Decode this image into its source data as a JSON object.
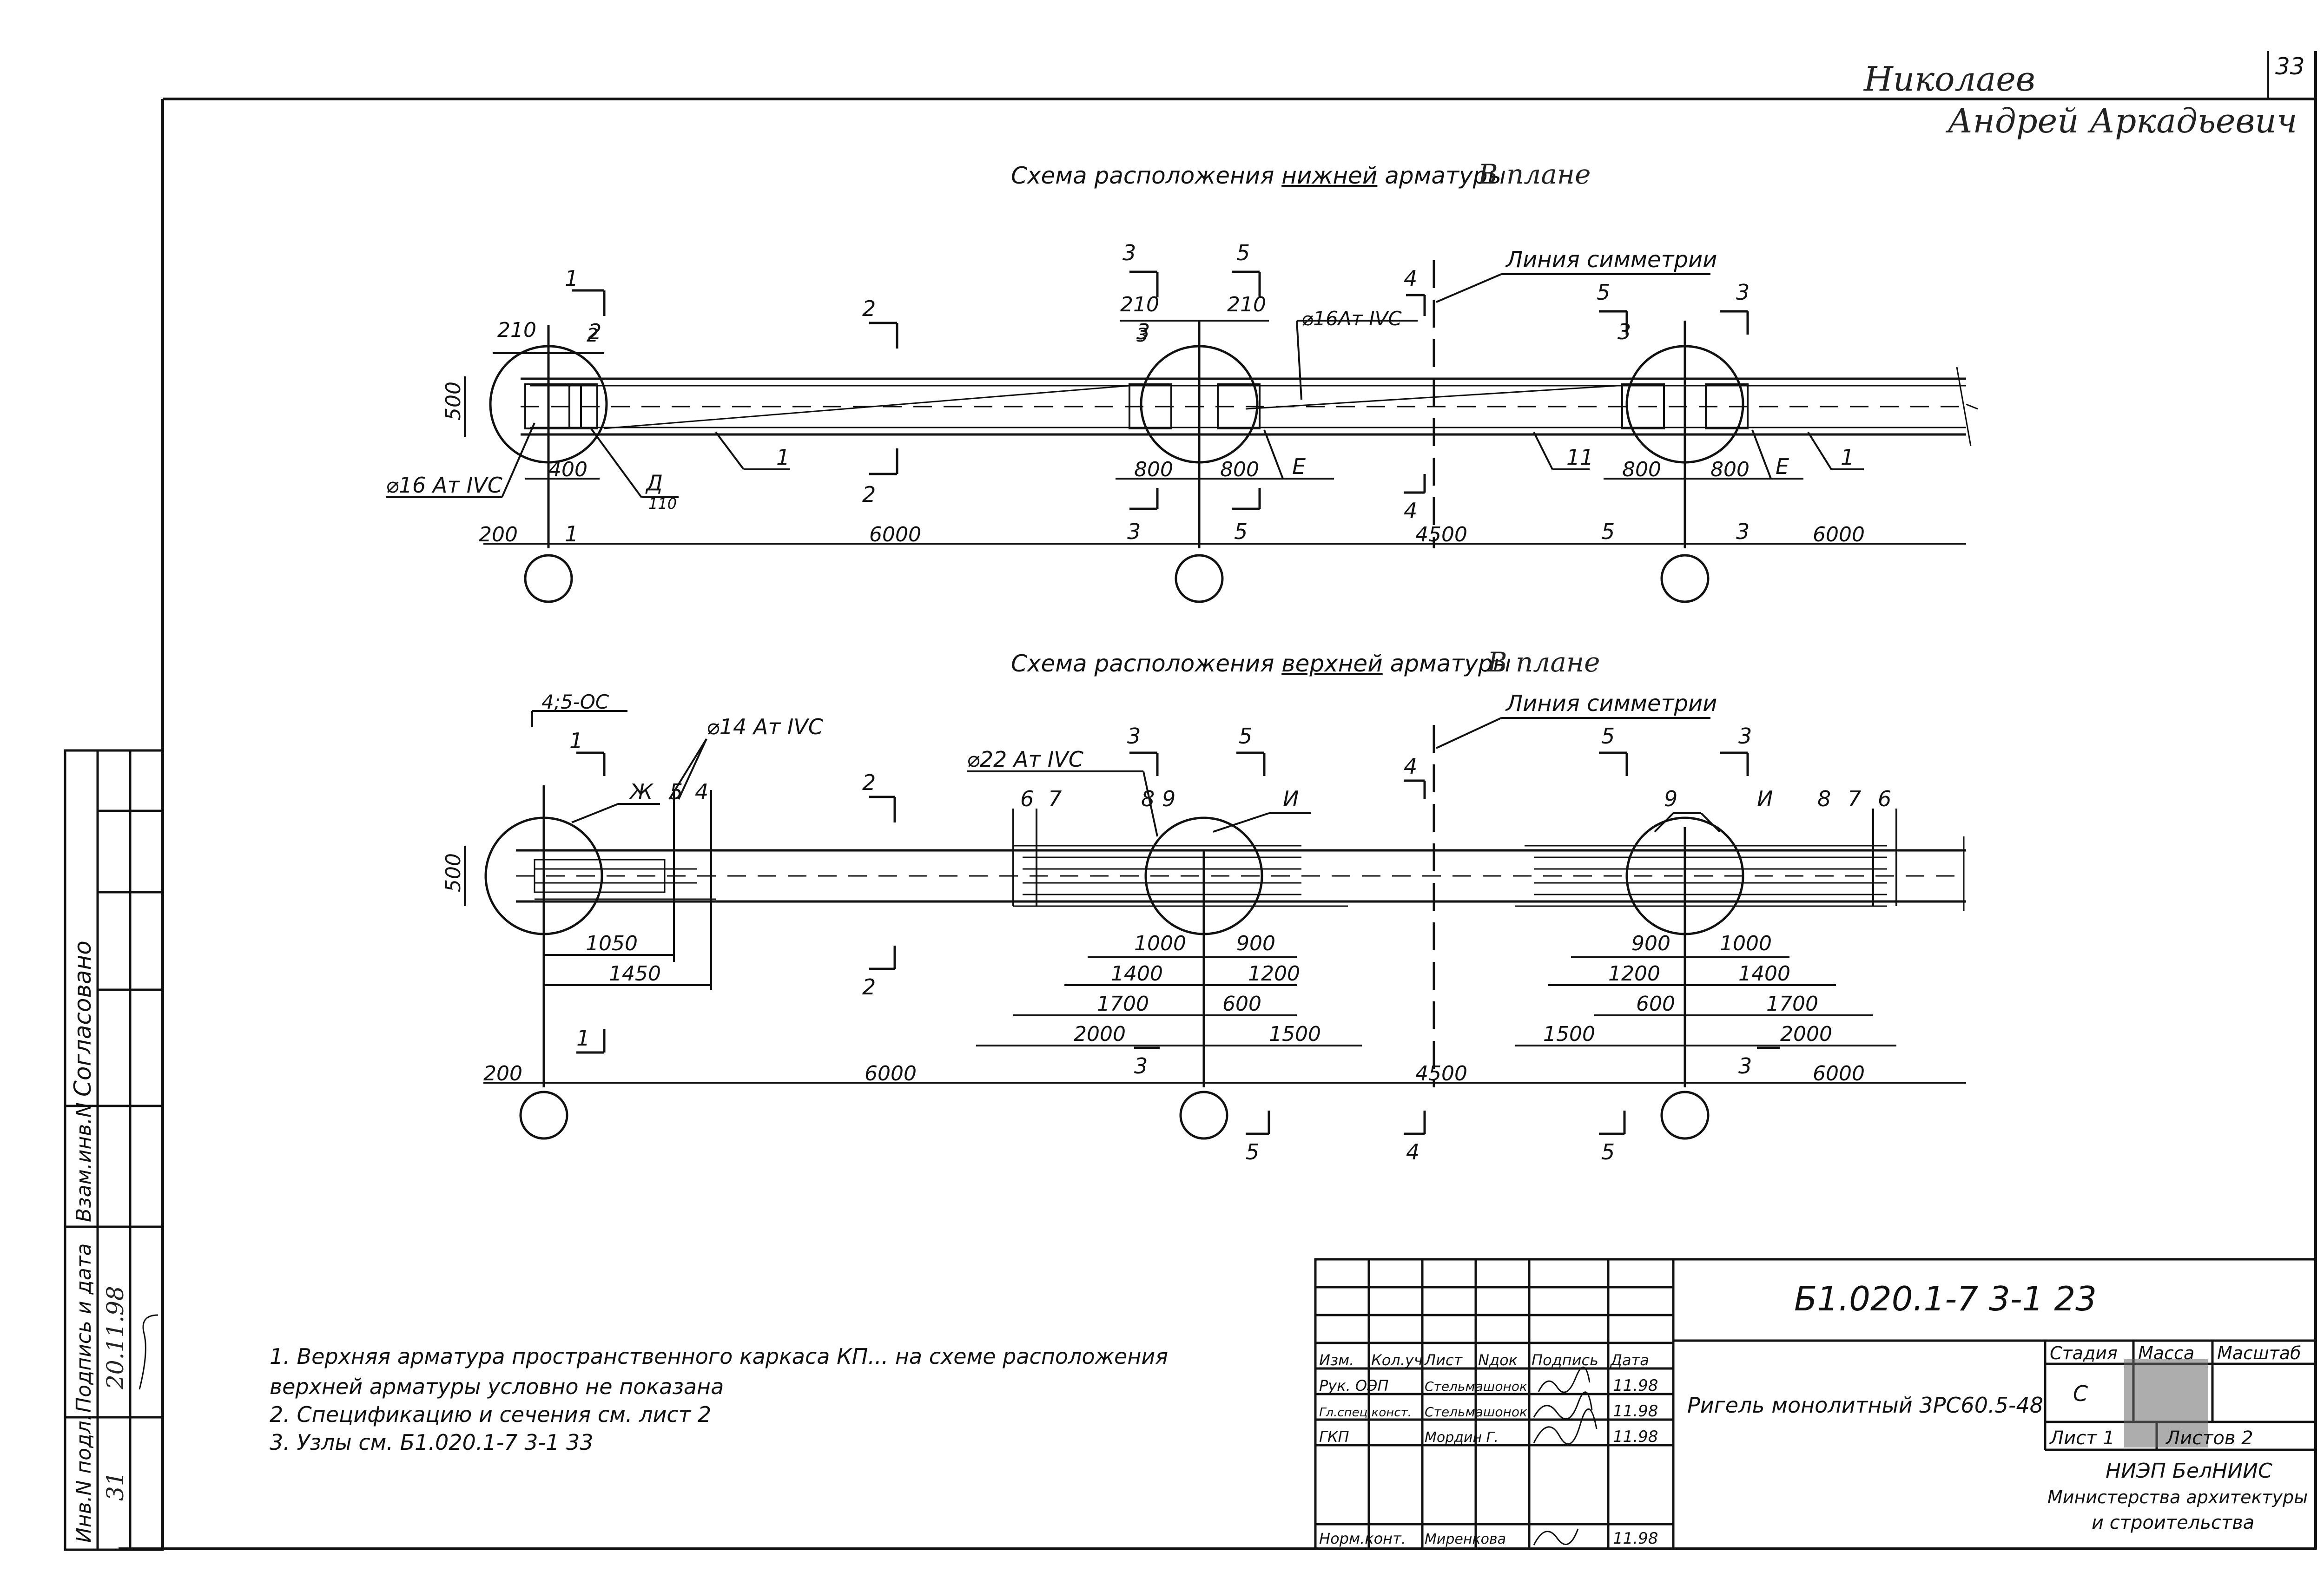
{
  "header": {
    "sheet_no": "33",
    "signature_line1": "Николаев",
    "signature_line2": "Андрей Аркадьевич"
  },
  "plan_bottom": {
    "title_prefix": "Схема расположения ",
    "title_word": "нижней",
    "title_suffix": " арматуры",
    "title_note": "В плане",
    "symmetry_label": "Линия симметрии",
    "cuts": {
      "c1": "1",
      "c2": "2",
      "c3": "3",
      "c4": "4",
      "c5": "5"
    },
    "rebar_mark_left": "⌀16 Ат IVС",
    "rebar_mark_mid": "⌀16Ат IVС",
    "dims": {
      "d210": "210",
      "d500": "500",
      "d400": "400",
      "d800": "800",
      "d200": "200",
      "d6000": "6000",
      "d4500": "4500"
    },
    "node_d": "Д",
    "node_d_sub": "110",
    "node_e": "Е",
    "pos_1": "1",
    "pos_11": "11",
    "pos_2": "2",
    "pos_3": "3"
  },
  "plan_top": {
    "title_prefix": "Схема расположения ",
    "title_word": "верхней",
    "title_suffix": " арматуры",
    "title_note": "В плане",
    "symmetry_label": "Линия симметрии",
    "rebar_14": "⌀14 Ат IVС",
    "rebar_22": "⌀22 Ат IVС",
    "bracket_note": "4;5-ОС",
    "node_zh": "Ж",
    "node_i": "И",
    "positions": [
      "5",
      "4",
      "6",
      "7",
      "8",
      "9"
    ],
    "dims": {
      "d500": "500",
      "d1050": "1050",
      "d1450": "1450",
      "d1000": "1000",
      "d900": "900",
      "d1400": "1400",
      "d1200": "1200",
      "d1700": "1700",
      "d600": "600",
      "d2000": "2000",
      "d1500": "1500",
      "d200": "200",
      "d6000": "6000",
      "d4500": "4500"
    }
  },
  "notes": [
    "1. Верхняя арматура пространственного каркаса КП... на схеме расположения",
    "верхней арматуры условно не показана",
    "2. Спецификацию и сечения см. лист 2",
    "3. Узлы см. Б1.020.1-7 3-1 33"
  ],
  "side_stamp": {
    "agreed": "Согласовано",
    "inv_no": "Инв.N подл.",
    "sign_date": "Подпись и дата",
    "replace_inv": "Взам.инв.N",
    "inv_value": "31",
    "date_value": "20.11.98"
  },
  "title_block": {
    "doc_code": "Б1.020.1-7 3-1    23",
    "title": "Ригель монолитный 3РС60.5-48",
    "col_izm": "Изм.",
    "col_koluch": "Кол.уч",
    "col_list": "Лист",
    "col_ndok": "Nдок",
    "col_podpis": "Подпись",
    "col_data": "Дата",
    "rows": [
      {
        "role": "Рук. ОЭП",
        "name": "Стельмашонок",
        "date": "11.98"
      },
      {
        "role": "Гл.спец.конст.",
        "name": "Стельмашонок",
        "date": "11.98"
      },
      {
        "role": "ГКП",
        "name": "Мордин Г.",
        "date": "11.98"
      },
      {
        "role": "Норм.конт.",
        "name": "Миренкова",
        "date": "11.98"
      }
    ],
    "stage_label": "Стадия",
    "mass_label": "Масса",
    "scale_label": "Масштаб",
    "stage_value": "С",
    "sheet_label": "Лист 1",
    "sheets_label": "Листов 2",
    "org_line1": "НИЭП БелНИИС",
    "org_line2": "Министерства архитектуры",
    "org_line3": "и строительства"
  }
}
